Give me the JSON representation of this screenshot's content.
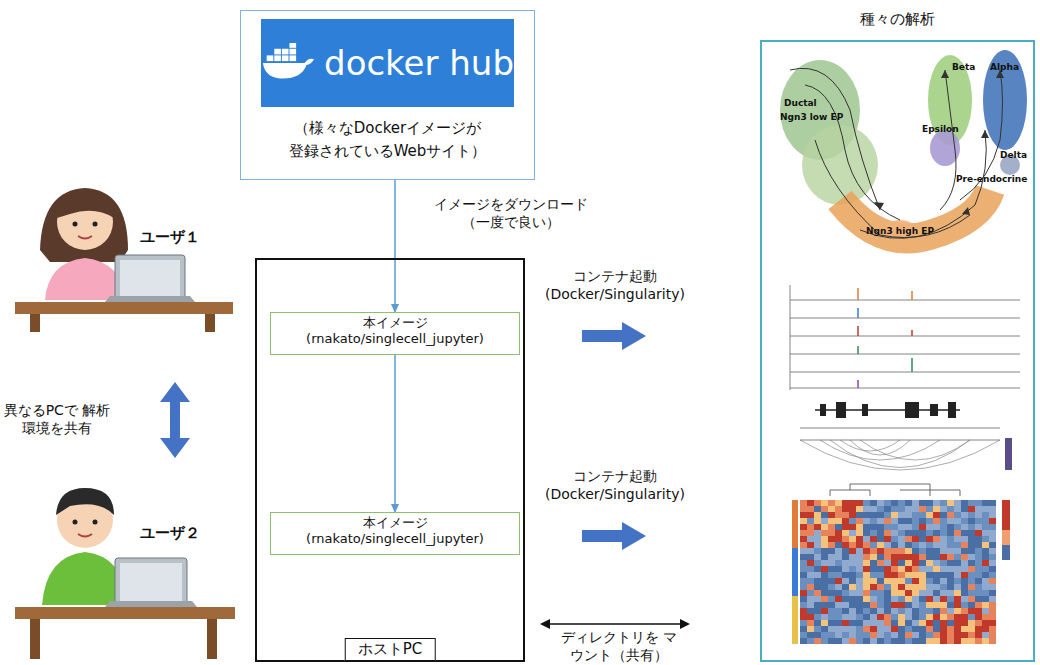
{
  "diagram": {
    "nodes": [
      {
        "text": [
          "docker hub",
          "（様々なDockerイメージが 登録されているWebサイト）"
        ]
      },
      {
        "text": [
          "ホストPC"
        ]
      },
      {
        "text": [
          "本イメージ (rnakato/singlecell_jupyter)"
        ],
        "in": 1
      },
      {
        "text": [
          "本イメージ (rnakato/singlecell_jupyter)"
        ],
        "in": 1
      },
      {
        "text": [
          "種々の解析"
        ]
      }
    ],
    "edges": [
      {
        "from": 0,
        "to": 2,
        "arrow": "to",
        "label": "イメージをダウンロード （一度で良い）"
      },
      {
        "from": 2,
        "to": 3,
        "arrow": "to"
      }
    ],
    "labels": [
      "ユーザ１",
      "ユーザ２",
      "異なるPCで 解析環境を共有",
      "コンテナ起動 (Docker/Singularity)",
      "コンテナ起動 (Docker/Singularity)",
      "ディレクトリを マウント（共有）",
      "Ductal",
      "Ngn3 low EP",
      "Beta",
      "Alpha",
      "Epsilon",
      "Delta",
      "Pre-endocrine",
      "Ngn3 high EP"
    ]
  }
}
